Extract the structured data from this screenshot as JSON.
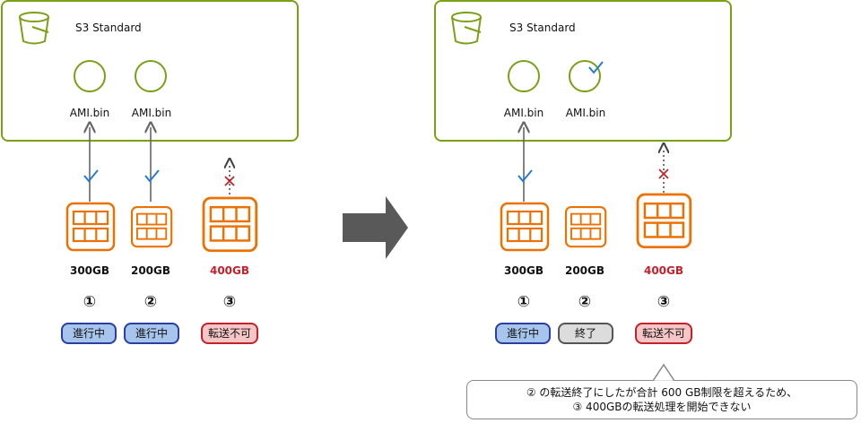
{
  "left": {
    "bucket_title": "S3 Standard",
    "files": [
      "AMI.bin",
      "AMI.bin"
    ],
    "devices": [
      {
        "size": "300GB",
        "number": "①",
        "status": "進行中"
      },
      {
        "size": "200GB",
        "number": "②",
        "status": "進行中"
      },
      {
        "size": "400GB",
        "number": "③",
        "status": "転送不可"
      }
    ]
  },
  "right": {
    "bucket_title": "S3 Standard",
    "files": [
      "AMI.bin",
      "AMI.bin"
    ],
    "devices": [
      {
        "size": "300GB",
        "number": "①",
        "status": "進行中"
      },
      {
        "size": "200GB",
        "number": "②",
        "status": "終了"
      },
      {
        "size": "400GB",
        "number": "③",
        "status": "転送不可"
      }
    ]
  },
  "callout": {
    "line1": "② の転送終了にしたが合計 600 GB制限を超えるため、",
    "line2": "③ 400GBの転送処理を開始できない"
  },
  "colors": {
    "bucket_green": "#7aa116",
    "device_orange": "#ed7100",
    "check_blue": "#1f7bd6",
    "cross_red": "#c4212a"
  }
}
